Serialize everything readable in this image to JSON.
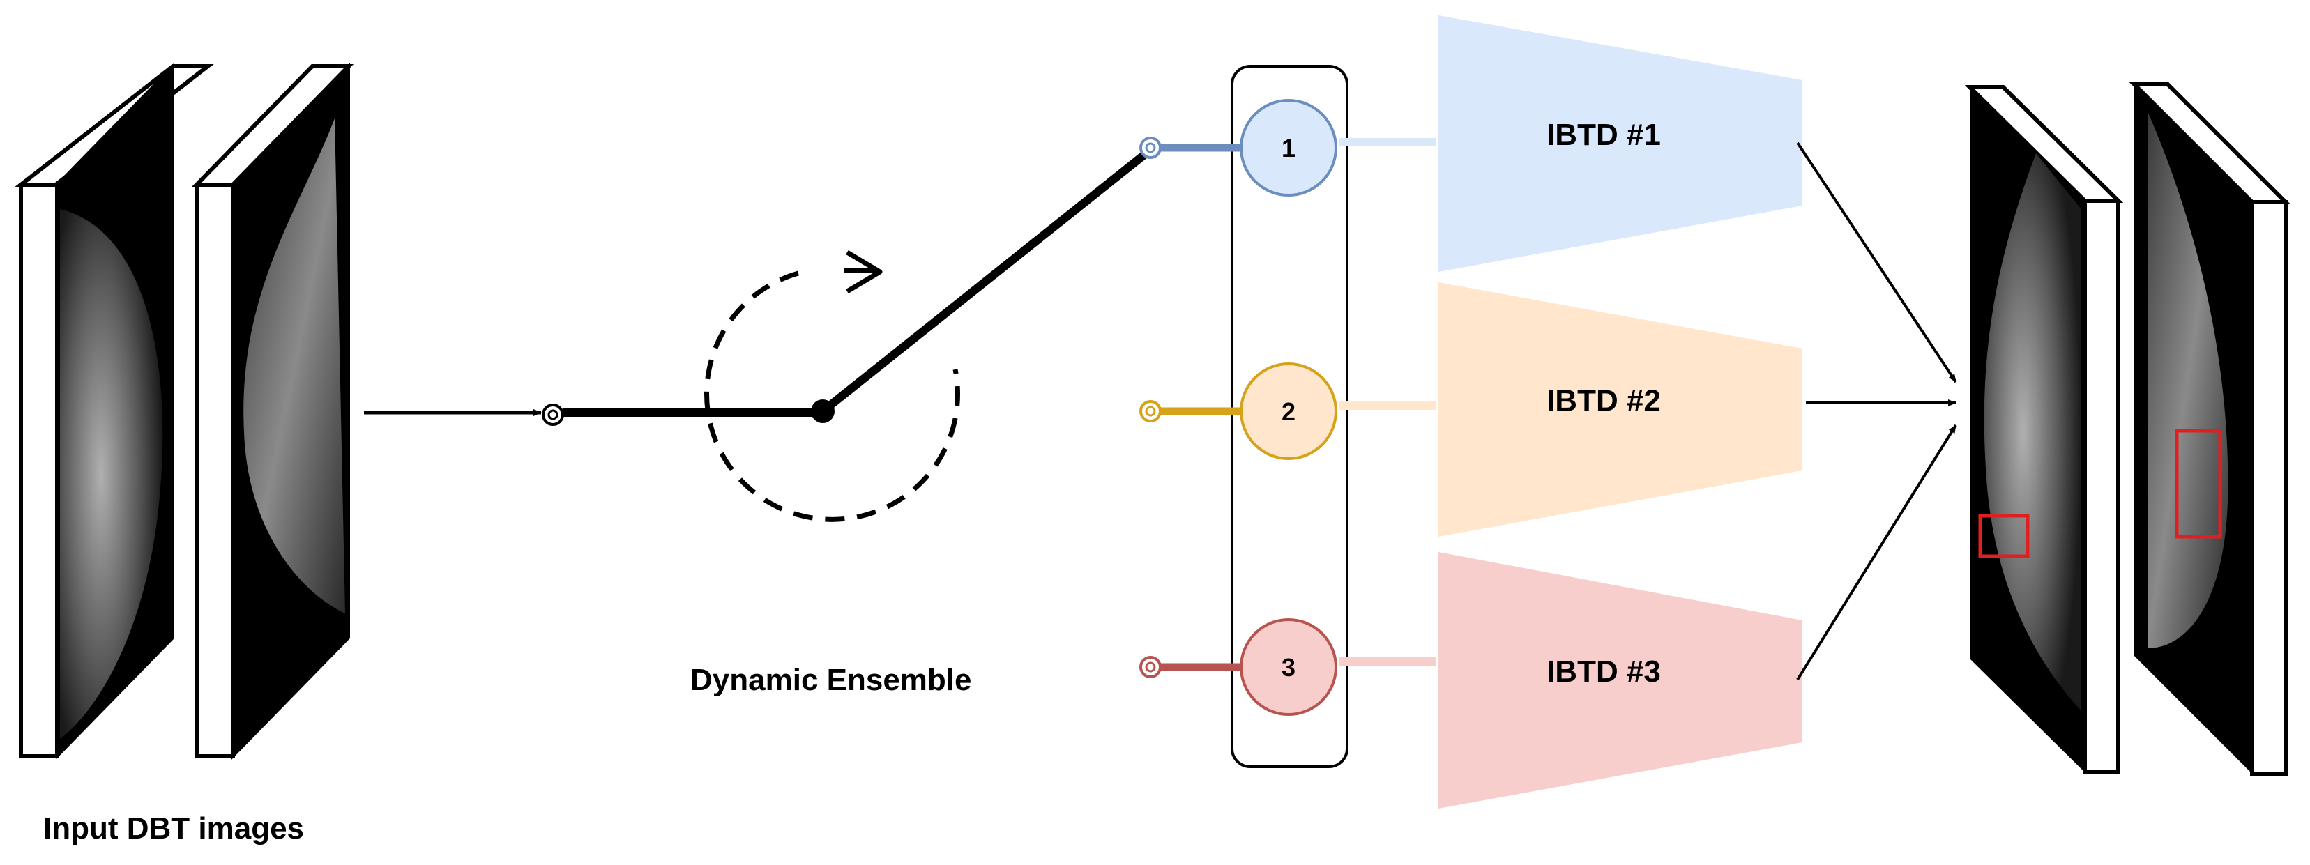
{
  "input_label": "Input DBT images",
  "ensemble_label": "Dynamic Ensemble",
  "detectors": [
    {
      "index": "1",
      "name": "IBTD #1",
      "color": "#6c8ebf",
      "fill": "#dae8fc"
    },
    {
      "index": "2",
      "name": "IBTD #2",
      "color": "#d6a21a",
      "fill": "#ffe6cc"
    },
    {
      "index": "3",
      "name": "IBTD #3",
      "color": "#b85450",
      "fill": "#f8cecc"
    }
  ],
  "colors": {
    "stroke": "#000000",
    "detection_box": "#e02020",
    "image_background": "#000000"
  },
  "icons": [
    "rotation-arrow-icon",
    "switch-pivot-icon",
    "switch-terminal-icon"
  ]
}
